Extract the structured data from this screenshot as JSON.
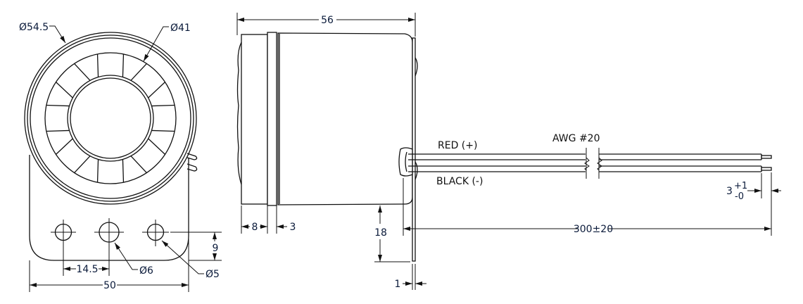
{
  "front_view": {
    "outer_diameter": "Ø54.5",
    "grille_diameter": "Ø41",
    "center_hole_diameter": "Ø6",
    "side_hole_diameter": "Ø5",
    "hole_spacing": "14.5",
    "bracket_width": "50",
    "hole_height": "9"
  },
  "side_view": {
    "overall_length": "56",
    "front_cap_depth": "8",
    "flange_depth": "3",
    "bracket_offset": "18",
    "bracket_thickness": "1"
  },
  "wires": {
    "red_label": "RED (+)",
    "black_label": "BLACK (-)",
    "gauge_label": "AWG #20",
    "length": "300±20",
    "strip_length": "3",
    "strip_tol_plus": "+1",
    "strip_tol_minus": "-0"
  }
}
